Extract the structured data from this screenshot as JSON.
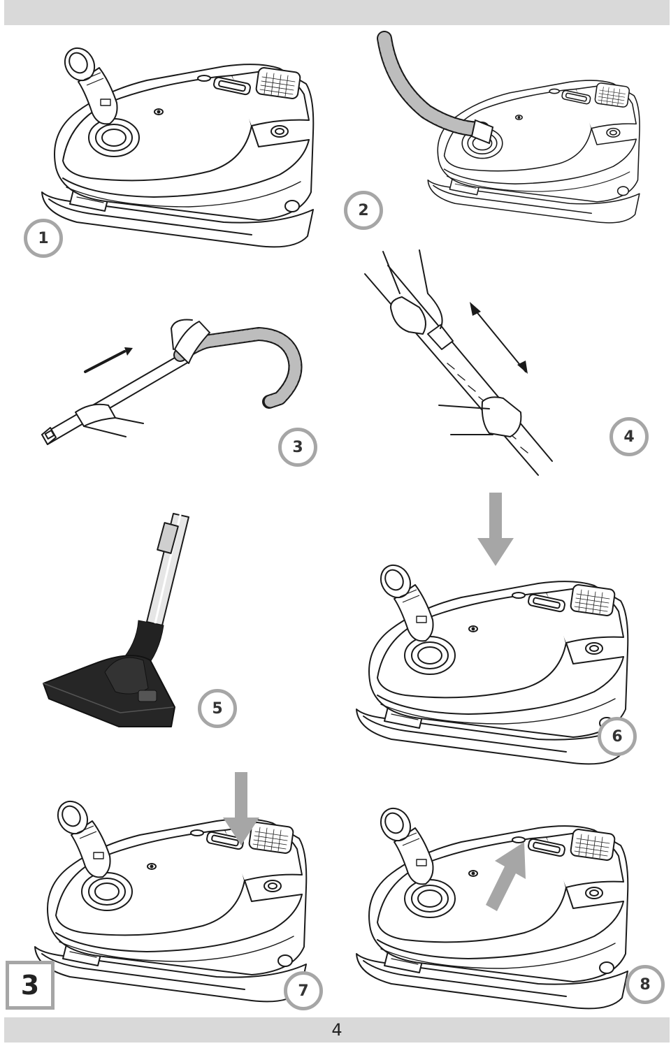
{
  "page_number": "4",
  "section_number": "3",
  "steps": [
    "1",
    "2",
    "3",
    "4",
    "5",
    "6",
    "7",
    "8"
  ],
  "colors": {
    "header_band": "#d9d9d9",
    "badge_ring": "#a6a6a6",
    "arrow": "#a6a6a6",
    "line_art": "#1a1a1a",
    "nozzle": "#222222"
  }
}
